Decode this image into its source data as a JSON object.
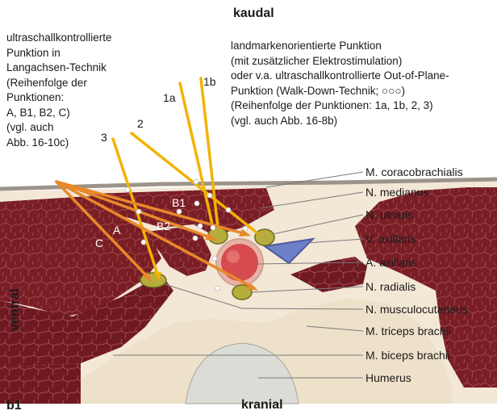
{
  "orientation": {
    "top": "kaudal",
    "bottom": "kranial",
    "left": "ventral",
    "panel": "b1"
  },
  "left_note": "ultraschallkontrollierte\nPunktion in\nLangachsen-Technik\n(Reihenfolge der\nPunktionen:\nA, B1, B2, C)\n(vgl. auch\nAbb. 16-10c)",
  "right_note": "landmarkenorientierte Punktion\n(mit zusätzlicher Elektrostimulation)\noder v.a. ultraschallkontrollierte Out-of-Plane-\nPunktion (Walk-Down-Technik; ○○○)\n(Reihenfolge der Punktionen: 1a, 1b, 2, 3)\n(vgl. auch Abb. 16-8b)",
  "needle_numbers": [
    "1a",
    "1b",
    "2",
    "3"
  ],
  "needle_letters": [
    "A",
    "B1",
    "B2",
    "C"
  ],
  "structures": [
    "M. coracobrachialis",
    "N. medianus",
    "N. ulnaris",
    "V. axillaris",
    "A. axillaris",
    "N. radialis",
    "N. musculocutaneus",
    "M. triceps brachii",
    "M. biceps brachii",
    "Humerus"
  ],
  "colors": {
    "muscle": "#7a1e26",
    "muscle_line": "#a04a4f",
    "tissue": "#f3e7d6",
    "needle_yellow": "#f2b300",
    "needle_orange": "#e8892a",
    "nerve": "#b7ad3c",
    "artery": "#d85050",
    "vein": "#6d7fc6"
  }
}
